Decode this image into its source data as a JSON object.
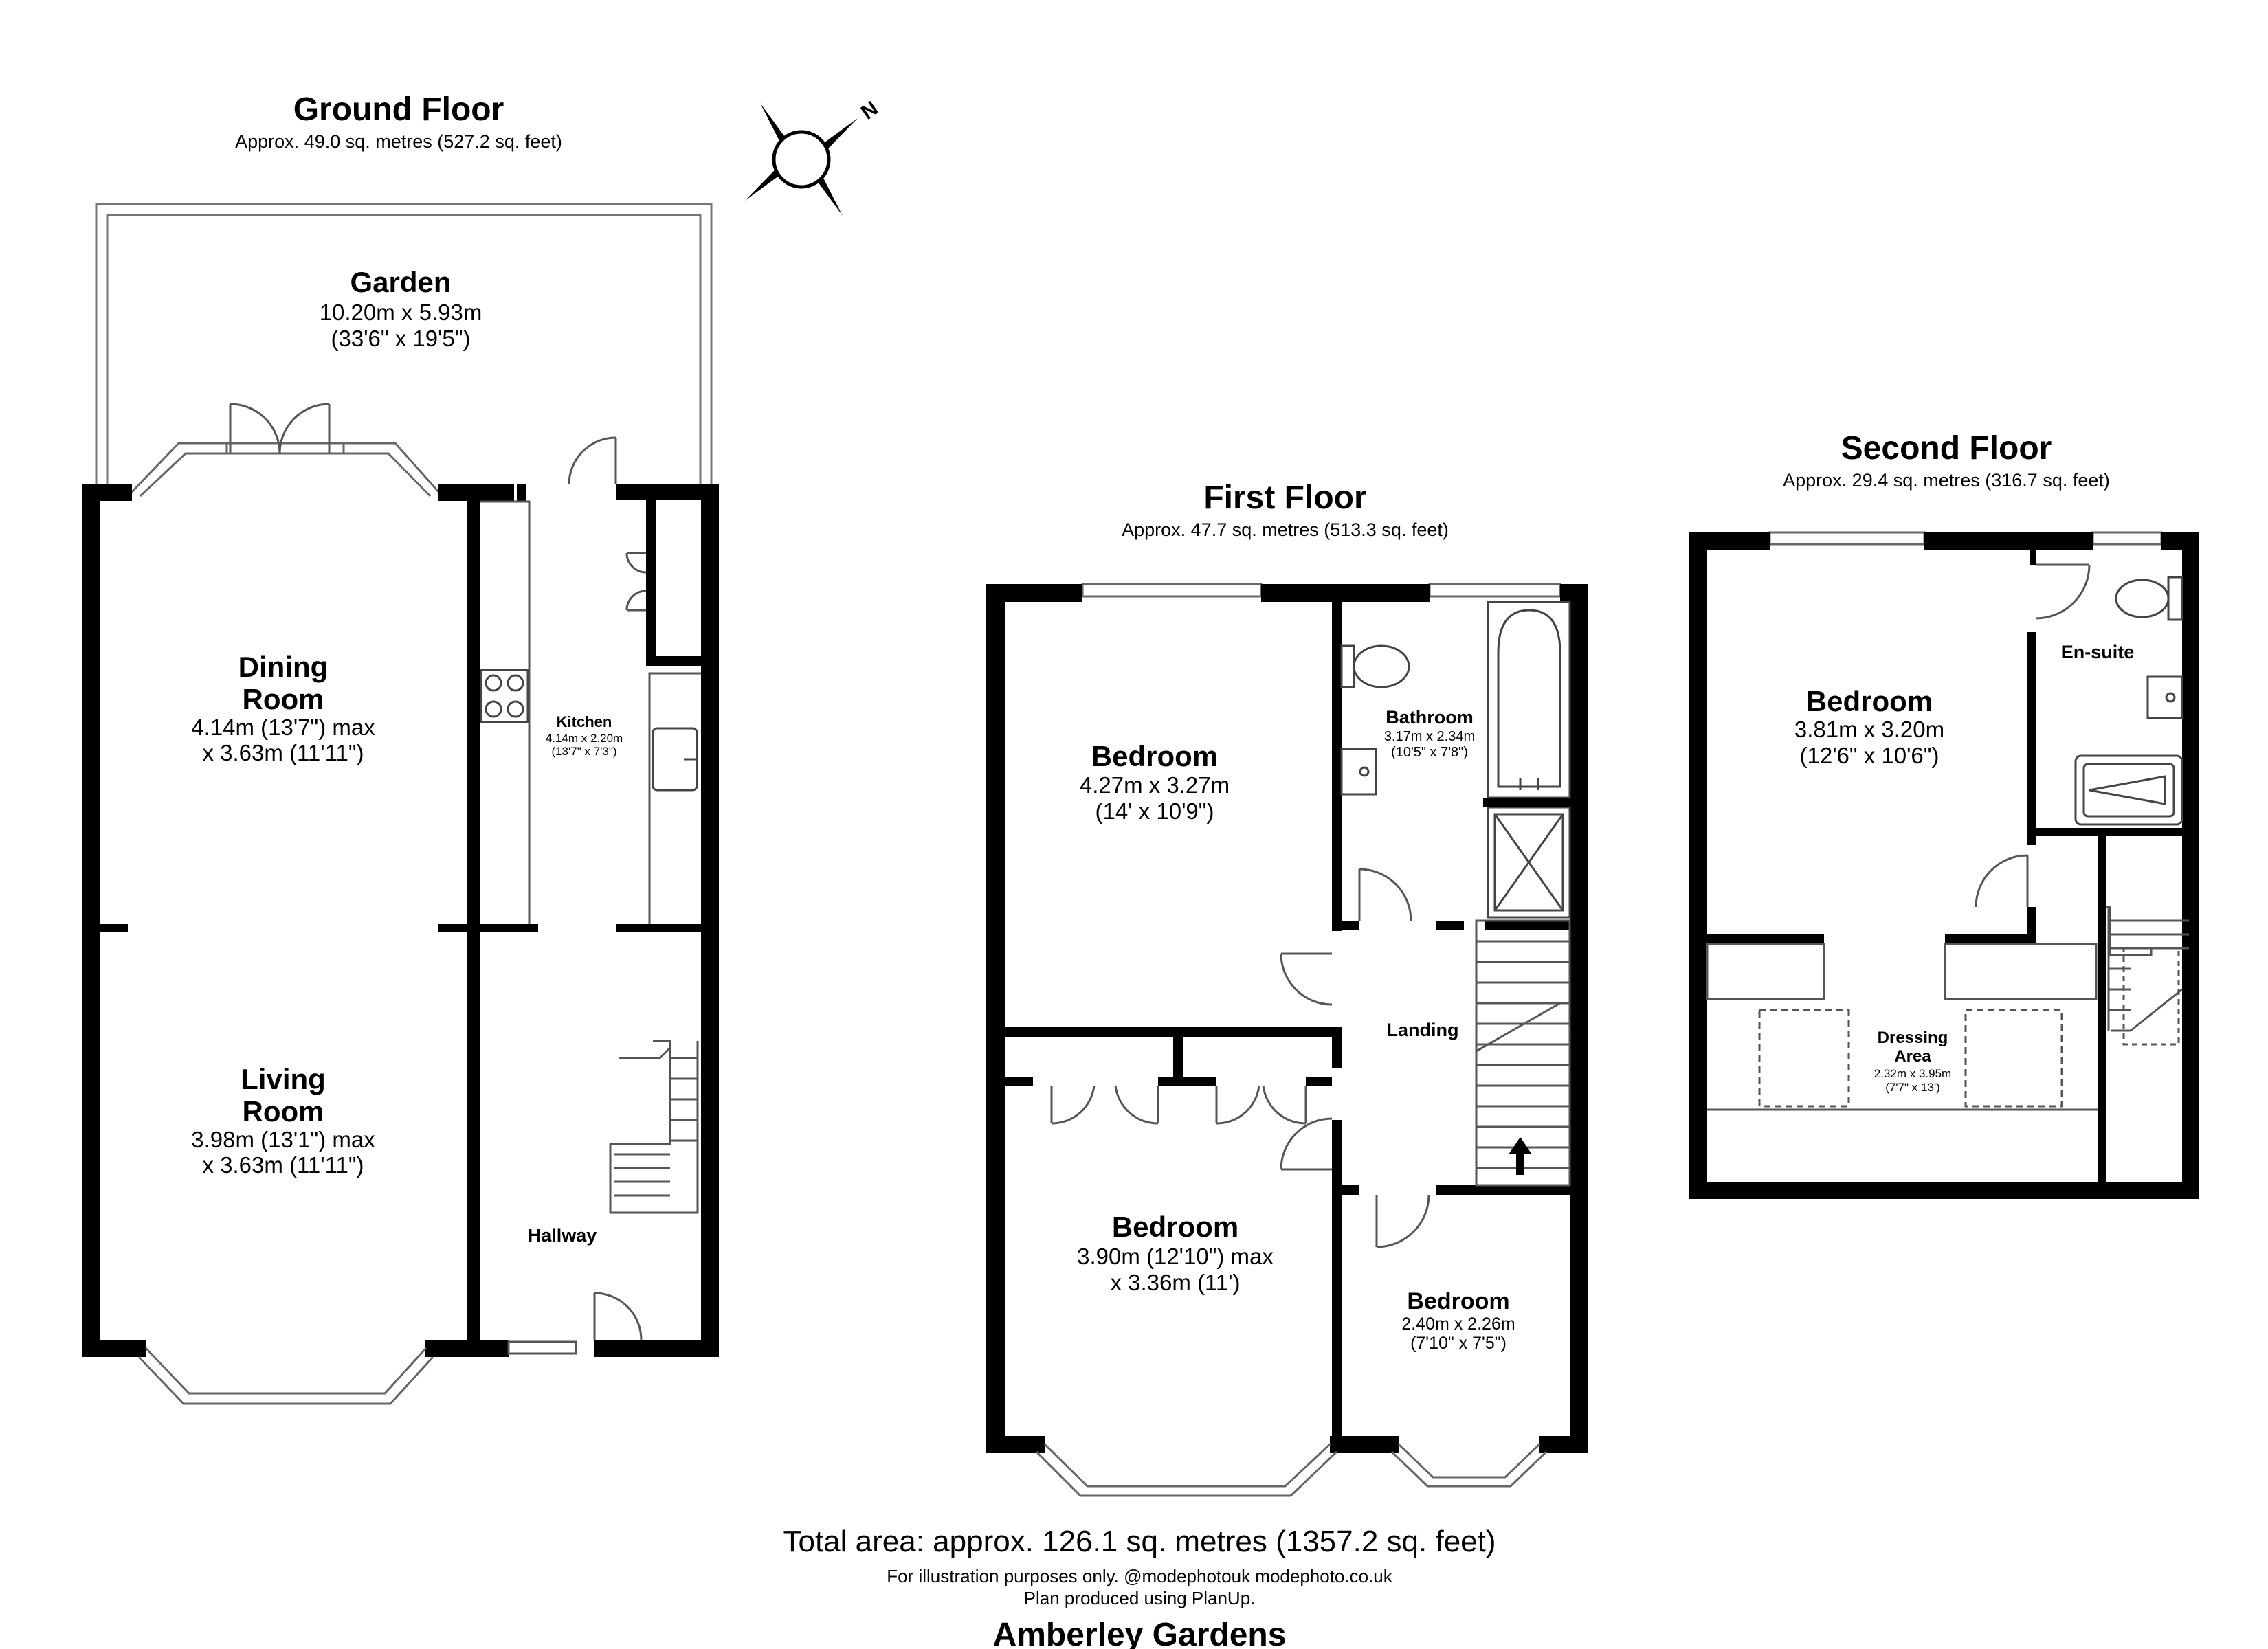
{
  "ground_floor": {
    "title": "Ground Floor",
    "area": "Approx. 49.0 sq. metres (527.2 sq. feet)",
    "garden": {
      "name": "Garden",
      "dim_m": "10.20m x 5.93m",
      "dim_ft": "(33'6\" x 19'5\")"
    },
    "dining": {
      "name_1": "Dining",
      "name_2": "Room",
      "dim_1": "4.14m (13'7\") max",
      "dim_2": "x 3.63m (11'11\")"
    },
    "living": {
      "name_1": "Living",
      "name_2": "Room",
      "dim_1": "3.98m (13'1\") max",
      "dim_2": "x 3.63m (11'11\")"
    },
    "kitchen": {
      "name": "Kitchen",
      "dim_m": "4.14m x 2.20m",
      "dim_ft": "(13'7\" x 7'3\")"
    },
    "hallway": {
      "name": "Hallway"
    }
  },
  "first_floor": {
    "title": "First Floor",
    "area": "Approx. 47.7 sq. metres (513.3 sq. feet)",
    "bedroom_front": {
      "name": "Bedroom",
      "dim_m": "4.27m x 3.27m",
      "dim_ft": "(14' x 10'9\")"
    },
    "bathroom": {
      "name": "Bathroom",
      "dim_m": "3.17m x 2.34m",
      "dim_ft": "(10'5\" x 7'8\")"
    },
    "landing": {
      "name": "Landing"
    },
    "bedroom_rear": {
      "name": "Bedroom",
      "dim_1": "3.90m (12'10\") max",
      "dim_2": "x 3.36m (11')"
    },
    "bedroom_small": {
      "name": "Bedroom",
      "dim_m": "2.40m x 2.26m",
      "dim_ft": "(7'10\" x 7'5\")"
    }
  },
  "second_floor": {
    "title": "Second Floor",
    "area": "Approx. 29.4 sq. metres (316.7 sq. feet)",
    "bedroom": {
      "name": "Bedroom",
      "dim_m": "3.81m x 3.20m",
      "dim_ft": "(12'6\" x 10'6\")"
    },
    "ensuite": {
      "name": "En-suite"
    },
    "dressing": {
      "name_1": "Dressing",
      "name_2": "Area",
      "dim_m": "2.32m x 3.95m",
      "dim_ft": "(7'7\" x 13')"
    }
  },
  "compass": {
    "north": "N"
  },
  "footer": {
    "total": "Total area: approx. 126.1 sq. metres (1357.2 sq. feet)",
    "note_1": "For illustration purposes only. @modephotouk modephoto.co.uk",
    "note_2": "Plan produced using PlanUp.",
    "property": "Amberley Gardens"
  }
}
